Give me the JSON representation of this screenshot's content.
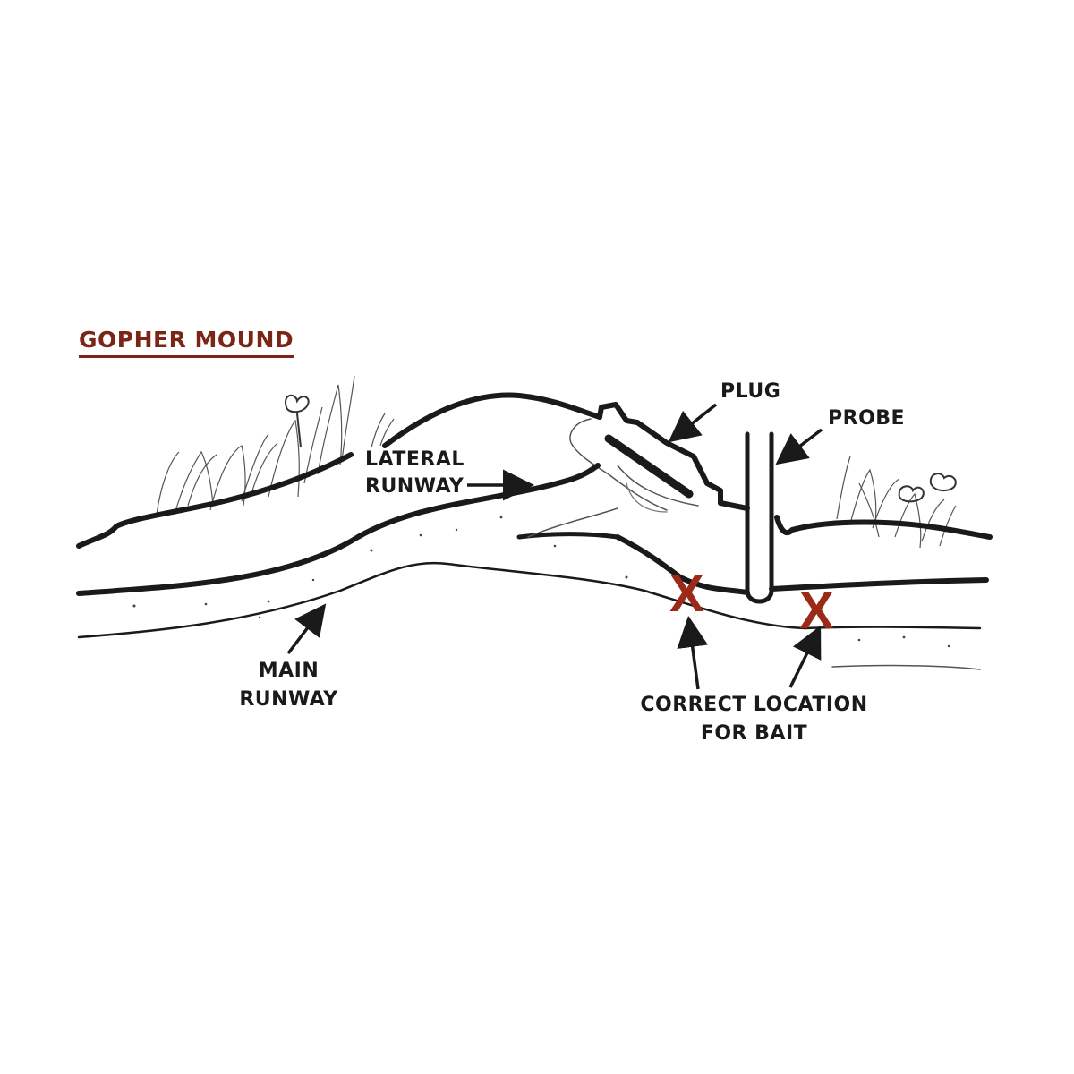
{
  "title": "GOPHER MOUND",
  "labels": {
    "plug": "PLUG",
    "probe": "PROBE",
    "lateral_runway": [
      "LATERAL",
      "RUNWAY"
    ],
    "main_runway": [
      "MAIN",
      "RUNWAY"
    ],
    "bait_location": [
      "CORRECT LOCATION",
      "FOR BAIT"
    ]
  },
  "bait_marker": "X",
  "colors": {
    "title": "#7a2516",
    "bait_marker": "#9b2a18",
    "ink": "#1a1a1a"
  }
}
